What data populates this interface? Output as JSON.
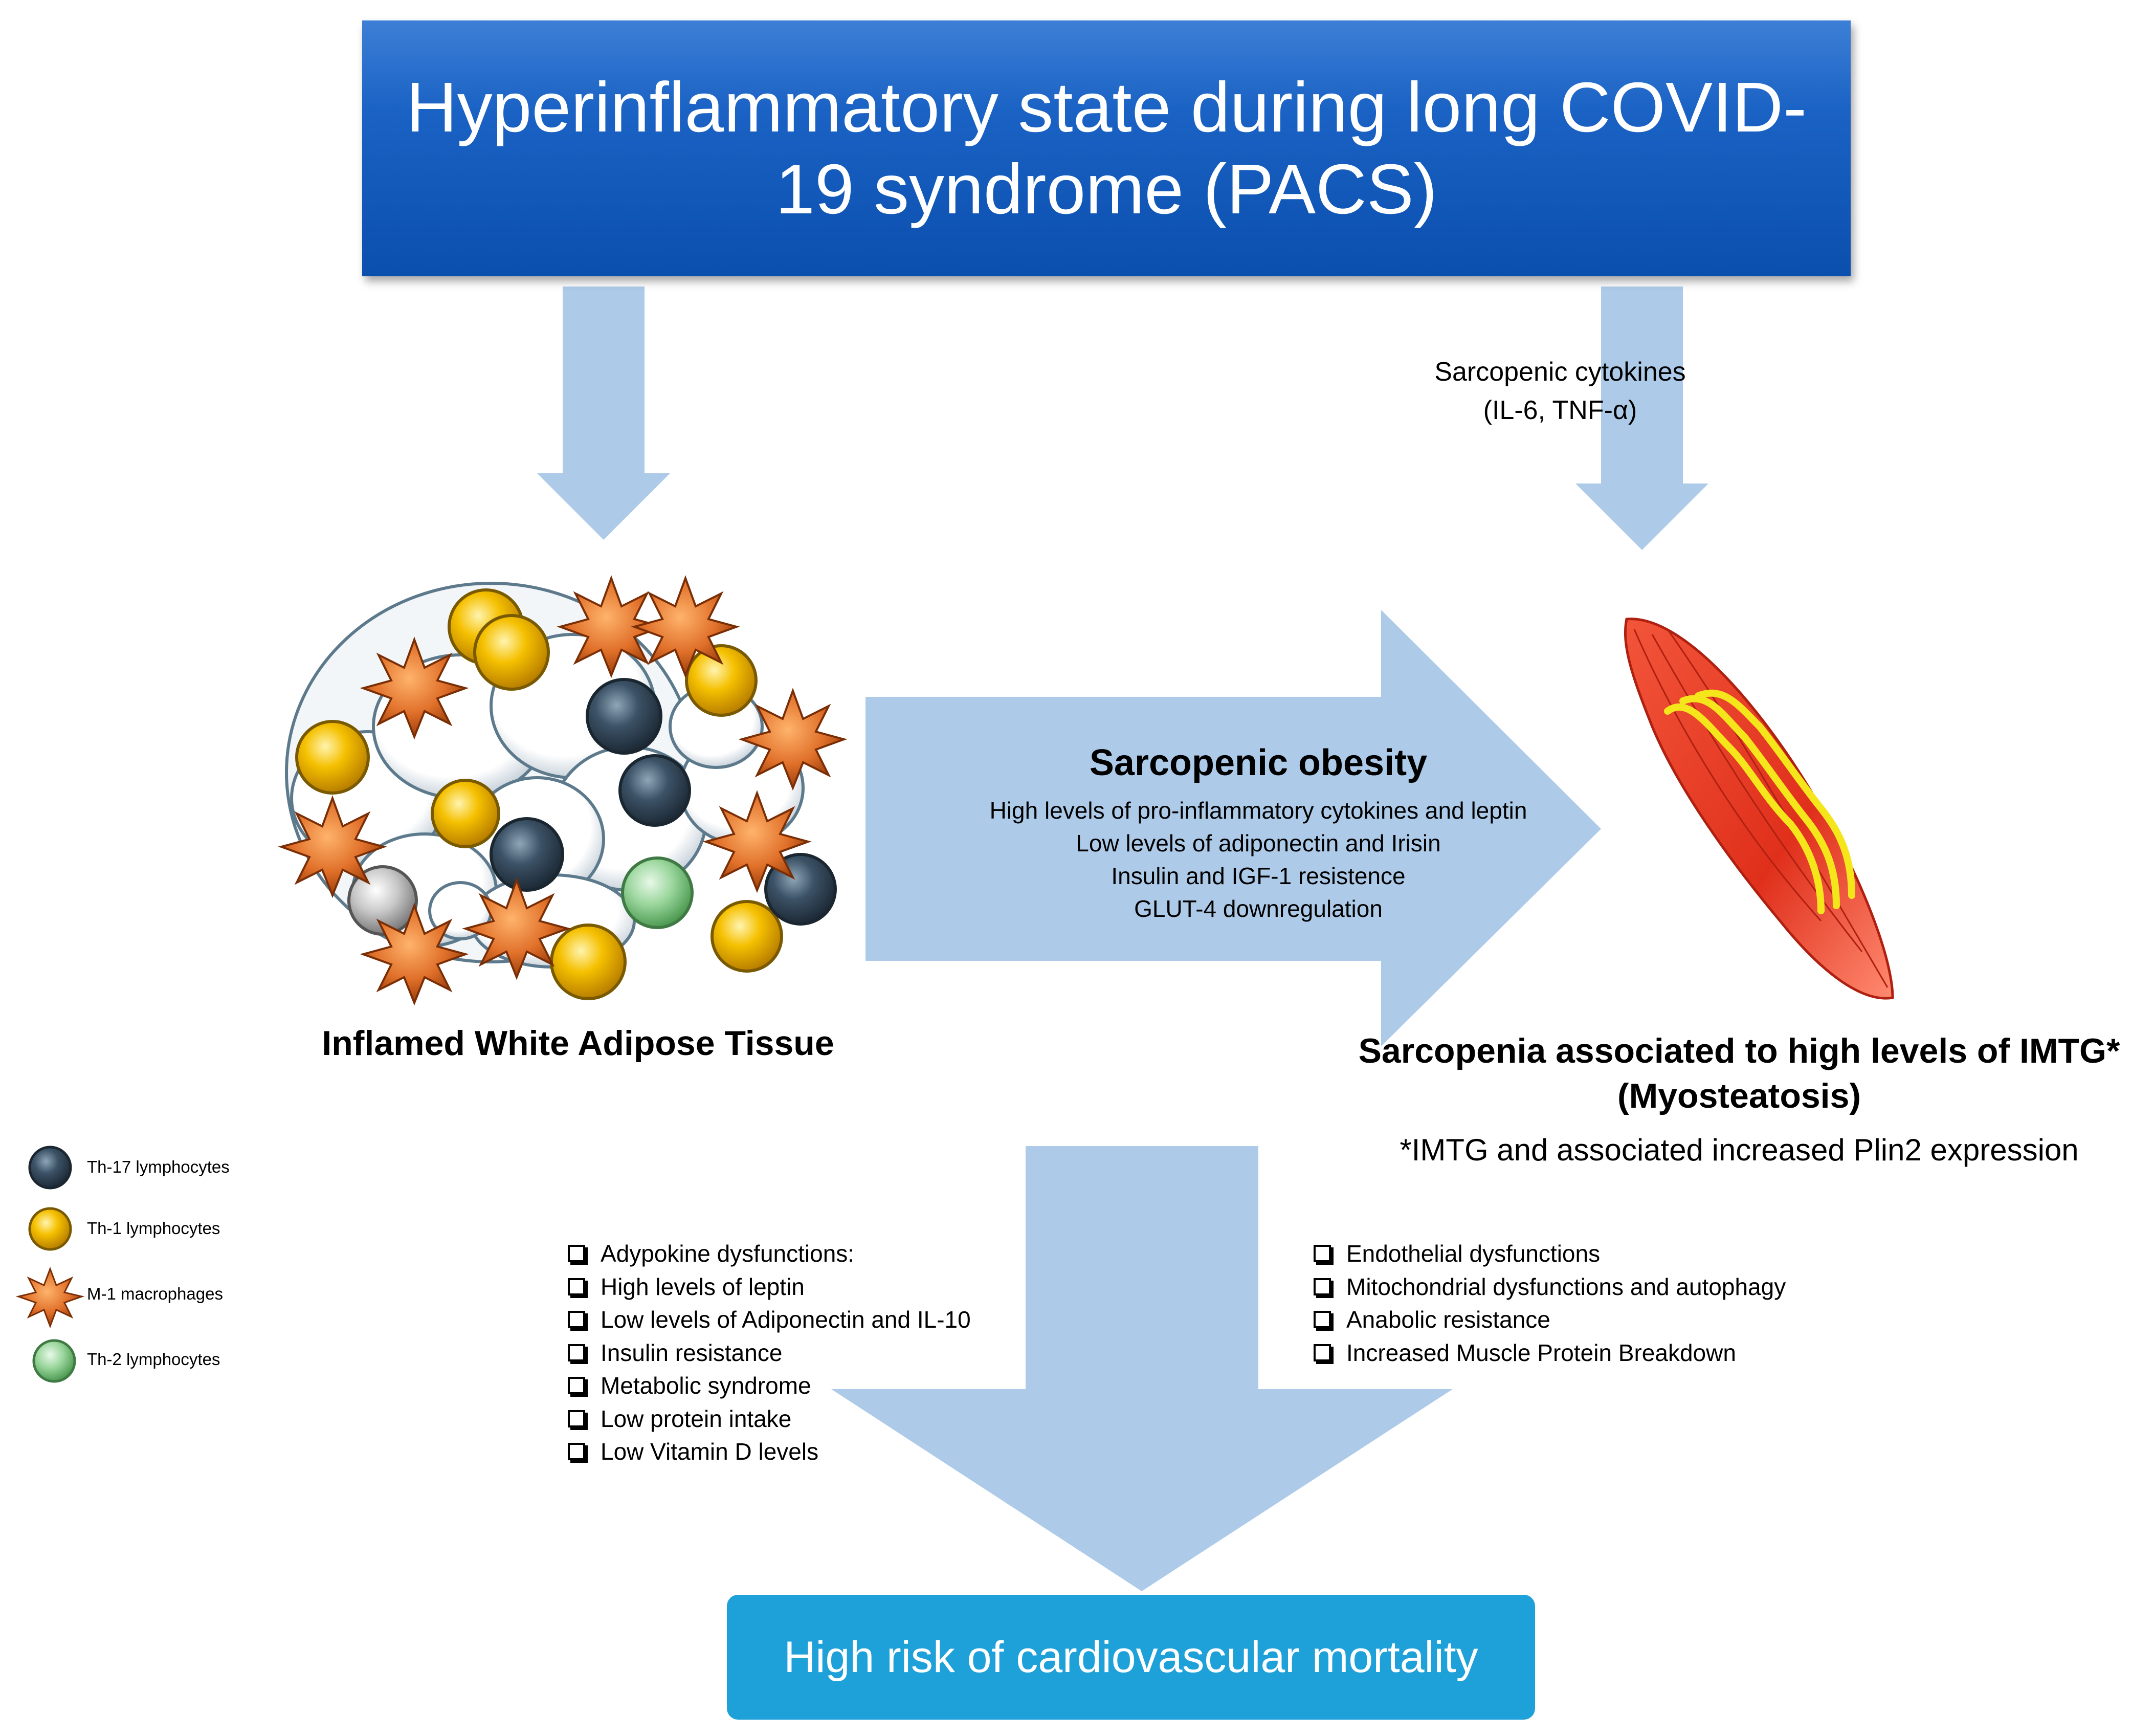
{
  "title": "Hyperinflammatory state during long COVID-19 syndrome (PACS)",
  "cytokines": {
    "line1": "Sarcopenic cytokines",
    "line2": "(IL-6, TNF-α)"
  },
  "sarcopenic_obesity": {
    "title": "Sarcopenic obesity",
    "lines": [
      "High levels of pro-inflammatory cytokines and leptin",
      "Low levels of adiponectin and Irisin",
      "Insulin and IGF-1 resistence",
      "GLUT-4 downregulation"
    ]
  },
  "adipose_label": "Inflamed White Adipose Tissue",
  "sarcopenia": {
    "title_line1": "Sarcopenia associated to high levels of IMTG*",
    "title_line2": "(Myosteatosis)",
    "note": "*IMTG and associated  increased Plin2 expression"
  },
  "legend": [
    {
      "label": "Th-17 lymphocytes",
      "icon": "th17-cell-icon",
      "color": "#2f4354"
    },
    {
      "label": "Th-1 lymphocytes",
      "icon": "th1-cell-icon",
      "color": "#f1b000"
    },
    {
      "label": "M-1 macrophages",
      "icon": "macrophage-icon",
      "color": "#e0702a"
    },
    {
      "label": "Th-2 lymphocytes",
      "icon": "th2-cell-icon",
      "color": "#7bc47f"
    }
  ],
  "left_list": [
    "Adypokine dysfunctions:",
    "High levels of leptin",
    "Low levels of Adiponectin and IL-10",
    "Insulin resistance",
    "Metabolic syndrome",
    "Low protein intake",
    "Low Vitamin D levels"
  ],
  "right_list": [
    "Endothelial dysfunctions",
    "Mitochondrial dysfunctions and autophagy",
    "Anabolic resistance",
    "Increased Muscle Protein Breakdown"
  ],
  "outcome": "High risk of cardiovascular mortality",
  "colors": {
    "title_bg": "#1a62c4",
    "arrow": "#adcbe9",
    "outcome_bg": "#1ea0d8",
    "muscle": "#e8321e",
    "fat_streak": "#f5e61c"
  }
}
